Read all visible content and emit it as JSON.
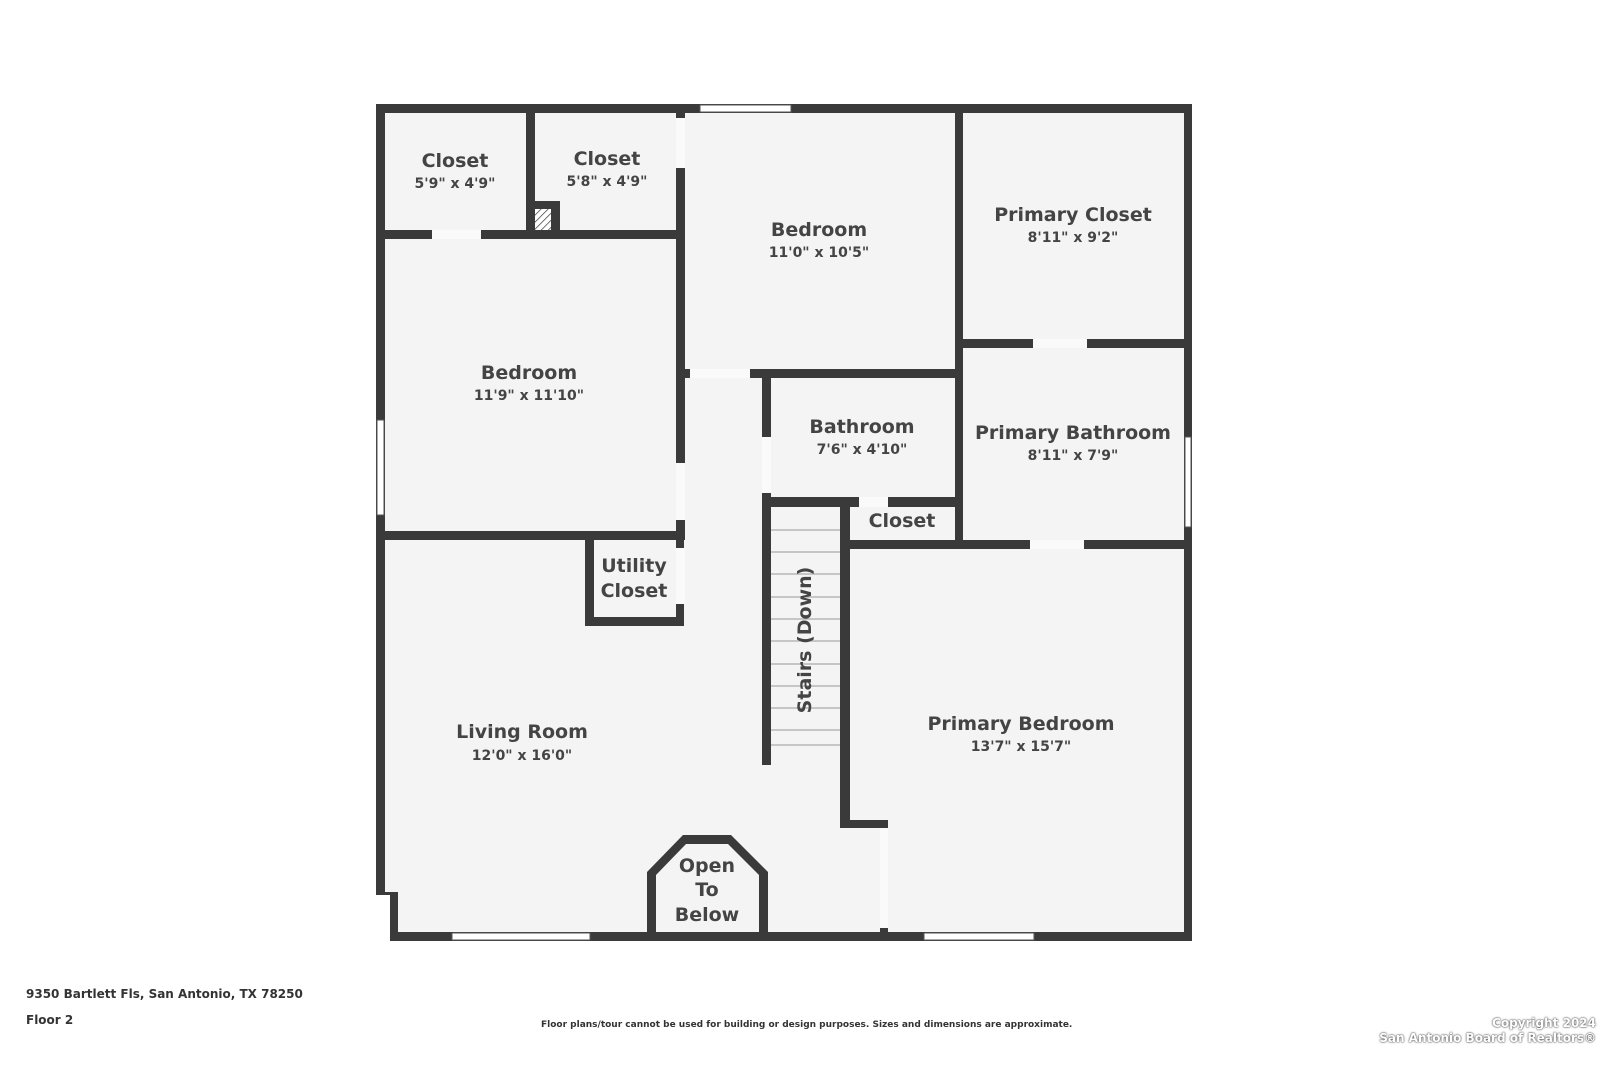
{
  "floorplan": {
    "rooms": [
      {
        "name": "Closet",
        "dims": "5'9\" x 4'9\""
      },
      {
        "name": "Closet",
        "dims": "5'8\" x 4'9\""
      },
      {
        "name": "Bedroom",
        "dims": "11'0\" x 10'5\""
      },
      {
        "name": "Primary Closet",
        "dims": "8'11\" x 9'2\""
      },
      {
        "name": "Bedroom",
        "dims": "11'9\" x 11'10\""
      },
      {
        "name": "Bathroom",
        "dims": "7'6\" x 4'10\""
      },
      {
        "name": "Primary Bathroom",
        "dims": "8'11\" x 7'9\""
      },
      {
        "name": "Closet"
      },
      {
        "name_lines": [
          "Utility",
          "Closet"
        ]
      },
      {
        "name": "Stairs (Down)"
      },
      {
        "name": "Living Room",
        "dims": "12'0\" x 16'0\""
      },
      {
        "name": "Primary Bedroom",
        "dims": "13'7\" x 15'7\""
      },
      {
        "name_lines": [
          "Open",
          "To",
          "Below"
        ]
      }
    ],
    "colors": {
      "wall": "#3a3a3a",
      "floor": "#f4f4f4"
    }
  },
  "footer": {
    "address": "9350 Bartlett Fls, San Antonio, TX 78250",
    "floor": "Floor 2",
    "disclaimer": "Floor plans/tour cannot be used for building or design purposes. Sizes and dimensions are approximate.",
    "copyright_line1": "Copyright 2024",
    "copyright_line2": "San Antonio Board of Realtors®"
  }
}
